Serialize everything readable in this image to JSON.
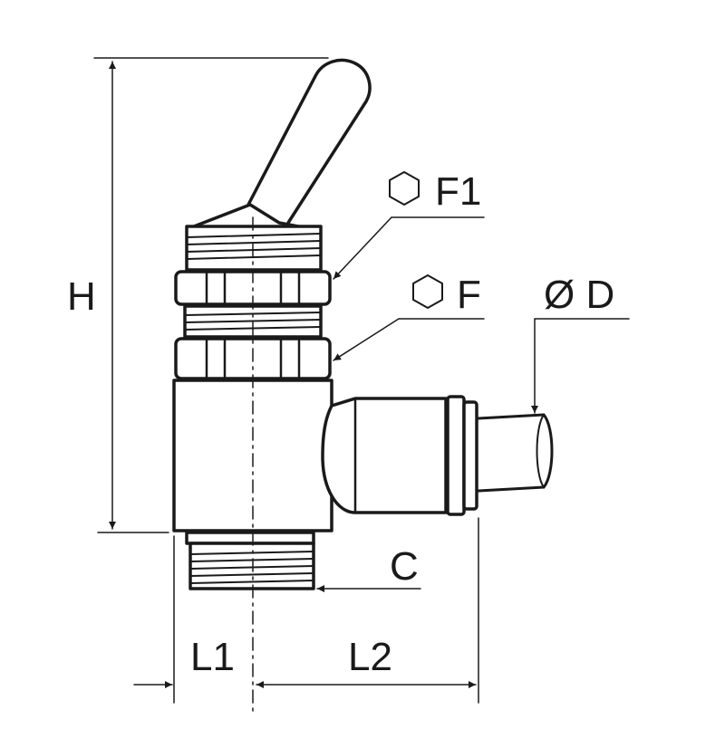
{
  "labels": {
    "height": "H",
    "hex_upper": "F1",
    "hex_lower": "F",
    "tube_diameter": "Ø D",
    "thread": "C",
    "length_1": "L1",
    "length_2": "L2"
  },
  "icons": {
    "hex_upper": "hexagon-icon",
    "hex_lower": "hexagon-icon"
  },
  "colors": {
    "ink": "#1a1a1a",
    "background": "#ffffff"
  }
}
